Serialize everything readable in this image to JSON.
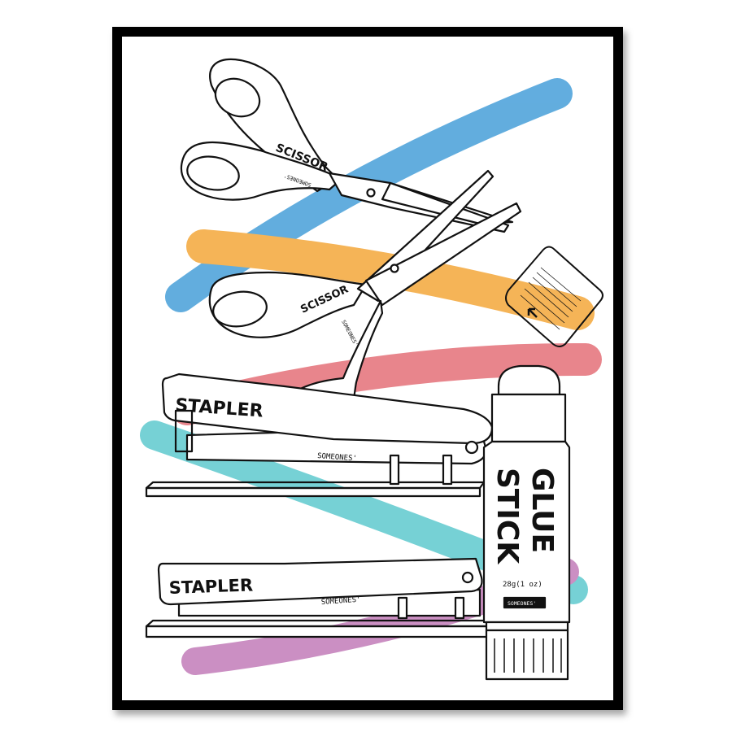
{
  "poster": {
    "scissor_top": {
      "label": "SCISSOR",
      "brand": "SOMEONES'"
    },
    "scissor_bottom": {
      "label": "SCISSOR",
      "brand": "SOMEONES'"
    },
    "stapler_top": {
      "label": "STAPLER",
      "brand": "SOMEONES'"
    },
    "stapler_bottom": {
      "label": "STAPLER",
      "brand": "SOMEONES'"
    },
    "glue_stick": {
      "line1": "GLUE",
      "line2": "STICK",
      "weight": "28g(1 oz)",
      "brand": "SOMEONES'"
    }
  },
  "colors": {
    "frame": "#000000",
    "mat": "#ffffff",
    "stroke_blue": "#5aa9dd",
    "stroke_orange": "#f5b04f",
    "stroke_red": "#e77f86",
    "stroke_teal": "#6fcfd3",
    "stroke_purple": "#c98ac0",
    "line_art": "#111111"
  }
}
